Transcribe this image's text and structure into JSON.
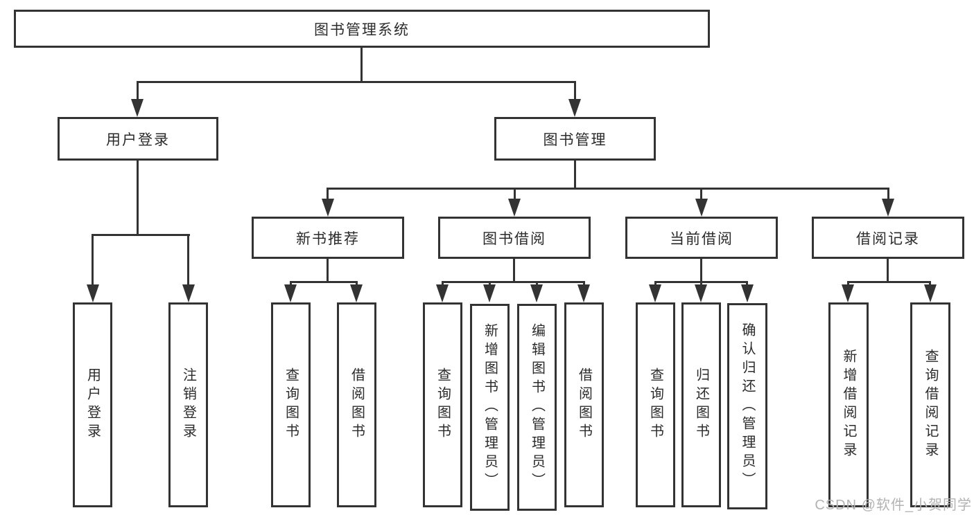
{
  "diagram": {
    "root": "图书管理系统",
    "level2": {
      "user_login": "用户登录",
      "book_mgmt": "图书管理"
    },
    "level3": {
      "new_book_rec": "新书推荐",
      "book_borrow": "图书借阅",
      "current_borrow": "当前借阅",
      "borrow_records": "借阅记录"
    },
    "leaves": {
      "user_login": "用户登录",
      "logout": "注销登录",
      "rec_query_book": "查询图书",
      "rec_borrow_book": "借阅图书",
      "bb_query_book": "查询图书",
      "bb_add_book": "新增图书（管理员）",
      "bb_edit_book": "编辑图书（管理员）",
      "bb_borrow_book": "借阅图书",
      "cb_query_book": "查询图书",
      "cb_return_book": "归还图书",
      "cb_confirm_return": "确认归还（管理员）",
      "br_add_record": "新增借阅记录",
      "br_query_record": "查询借阅记录"
    }
  },
  "watermark": "CSDN @软件_小贺同学",
  "colors": {
    "line": "#333333",
    "text": "#2b2b2b",
    "watermark": "#b3b3b3",
    "background": "#ffffff"
  }
}
